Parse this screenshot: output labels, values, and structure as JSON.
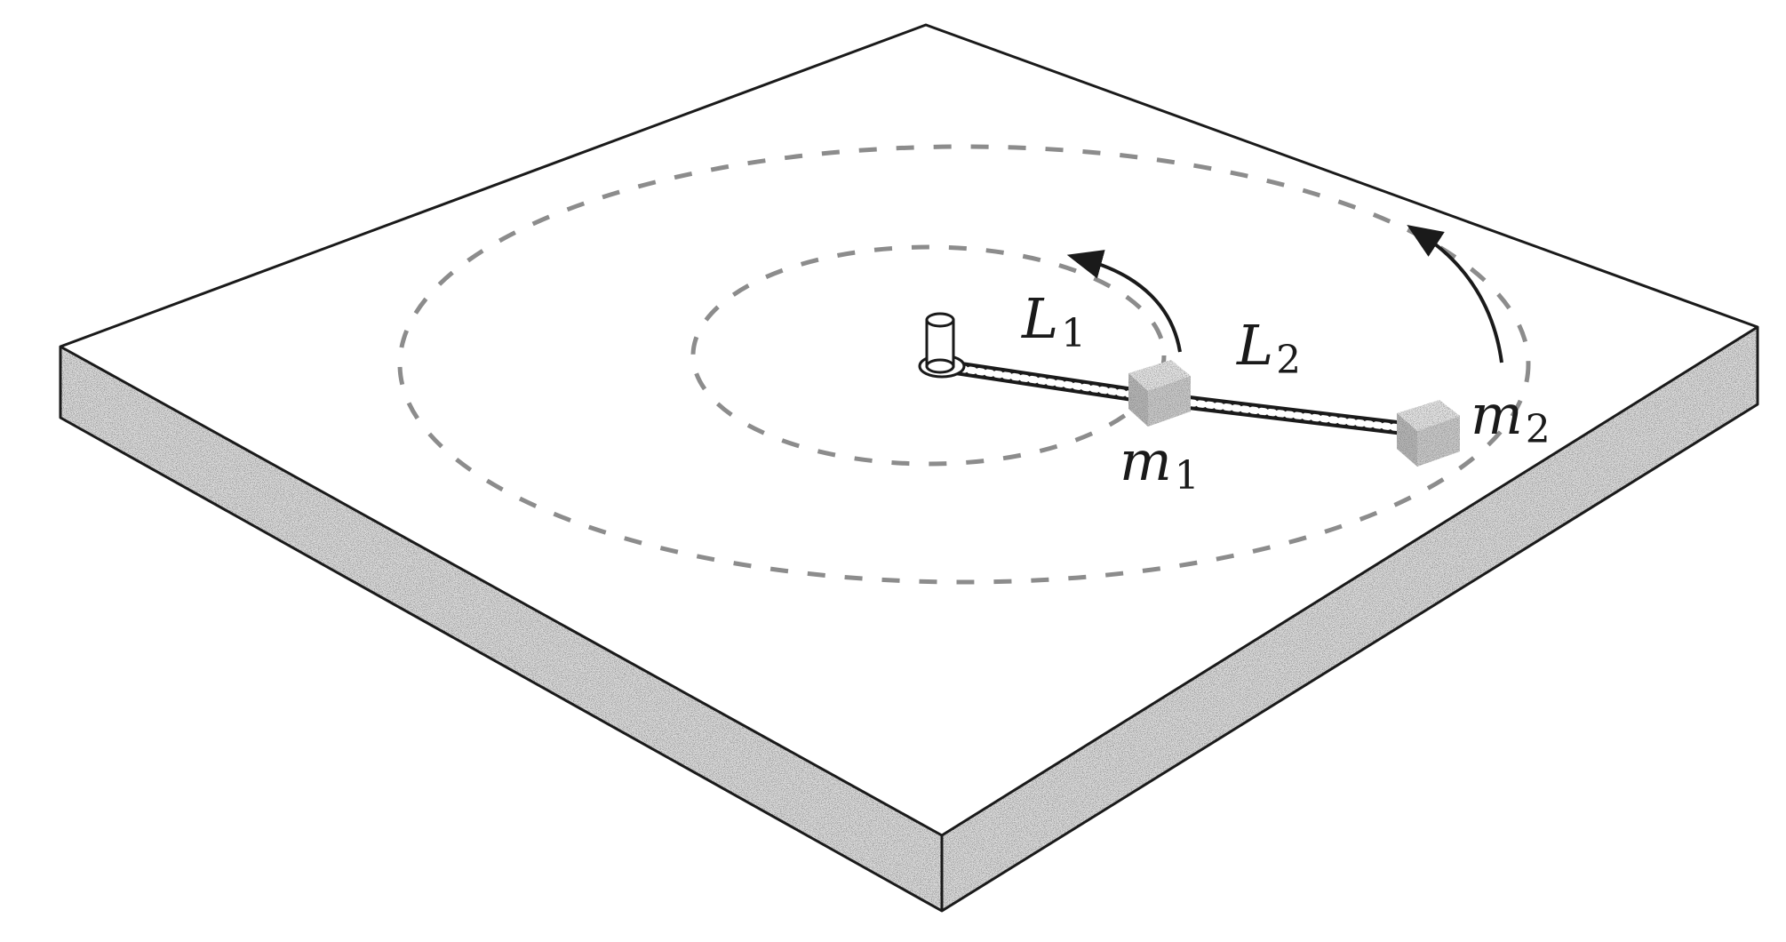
{
  "labels": {
    "L1": {
      "main": "L",
      "sub": "1"
    },
    "L2": {
      "main": "L",
      "sub": "2"
    },
    "m1": {
      "main": "m",
      "sub": "1"
    },
    "m2": {
      "main": "m",
      "sub": "2"
    }
  },
  "colors": {
    "line": "#1a1a1a",
    "surface": "#ffffff",
    "stipple": "#9a9a9a",
    "dashed_orbit": "#8c8c8c",
    "block": "#c4c4c4"
  }
}
